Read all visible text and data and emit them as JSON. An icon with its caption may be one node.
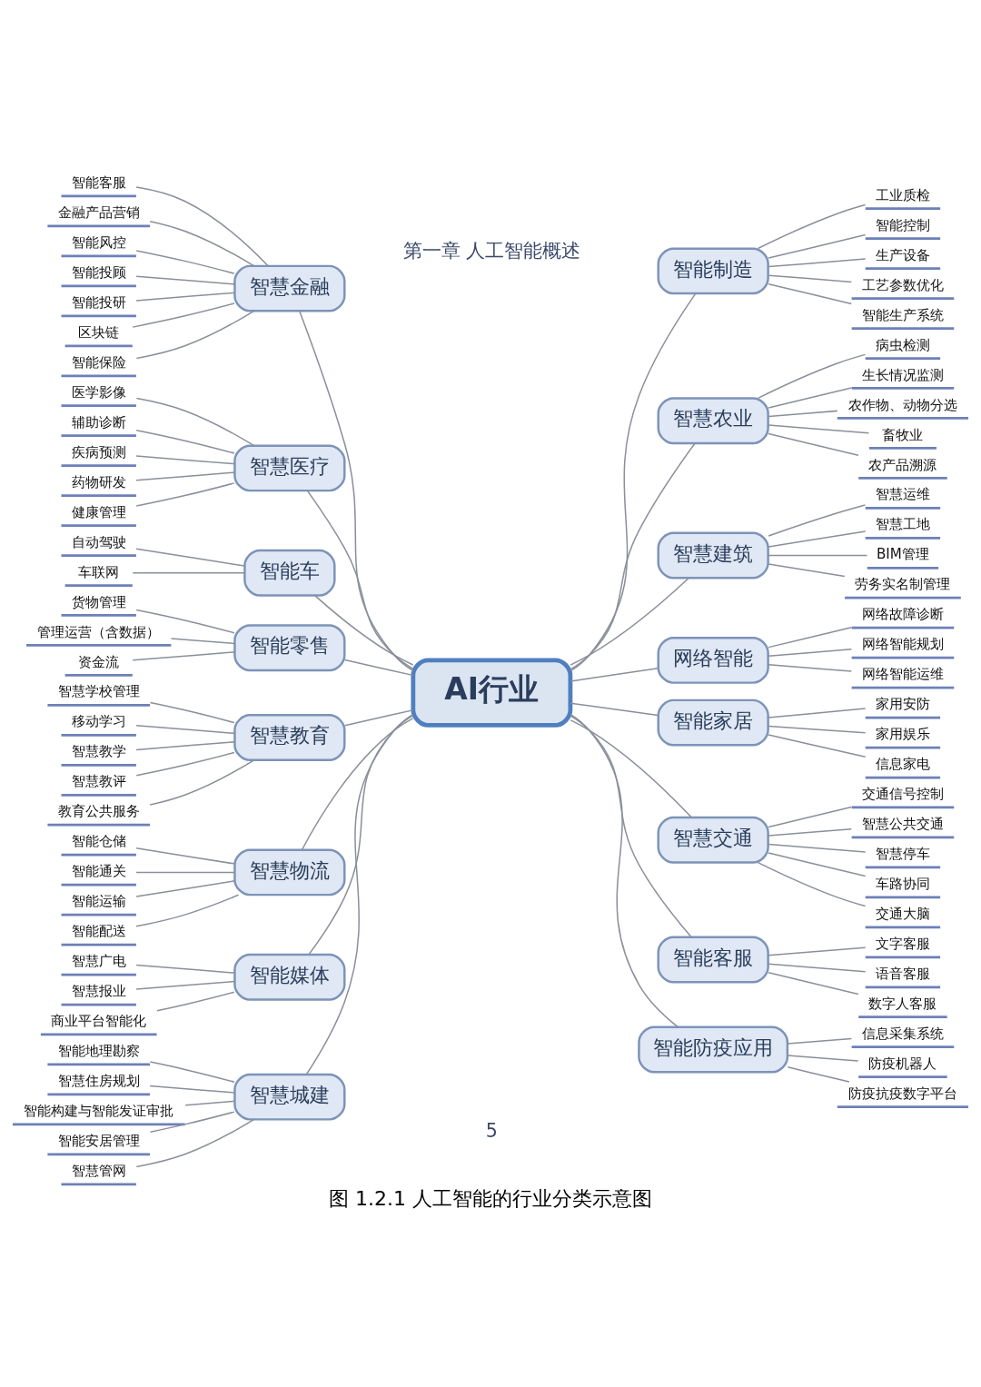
{
  "diagram": {
    "caption": "图 1.2.1 人工智能的行业分类示意图",
    "nodes": [
      {
        "text": [
          "AI行业"
        ]
      },
      {
        "text": [
          "智慧金融"
        ]
      },
      {
        "text": [
          "智能客服"
        ]
      },
      {
        "text": [
          "金融产品营销"
        ]
      },
      {
        "text": [
          "智能风控"
        ]
      },
      {
        "text": [
          "智能投顾"
        ]
      },
      {
        "text": [
          "智能投研"
        ]
      },
      {
        "text": [
          "区块链"
        ]
      },
      {
        "text": [
          "智能保险"
        ]
      },
      {
        "text": [
          "智慧医疗"
        ]
      },
      {
        "text": [
          "医学影像"
        ]
      },
      {
        "text": [
          "辅助诊断"
        ]
      },
      {
        "text": [
          "疾病预测"
        ]
      },
      {
        "text": [
          "药物研发"
        ]
      },
      {
        "text": [
          "健康管理"
        ]
      },
      {
        "text": [
          "智能车"
        ]
      },
      {
        "text": [
          "自动驾驶"
        ]
      },
      {
        "text": [
          "车联网"
        ]
      },
      {
        "text": [
          "智能零售"
        ]
      },
      {
        "text": [
          "货物管理"
        ]
      },
      {
        "text": [
          "管理运营（含数据）"
        ]
      },
      {
        "text": [
          "资金流"
        ]
      },
      {
        "text": [
          "智慧教育"
        ]
      },
      {
        "text": [
          "智慧学校管理"
        ]
      },
      {
        "text": [
          "移动学习"
        ]
      },
      {
        "text": [
          "智慧教学"
        ]
      },
      {
        "text": [
          "智慧教评"
        ]
      },
      {
        "text": [
          "教育公共服务"
        ]
      },
      {
        "text": [
          "智慧物流"
        ]
      },
      {
        "text": [
          "智能仓储"
        ]
      },
      {
        "text": [
          "智能通关"
        ]
      },
      {
        "text": [
          "智能运输"
        ]
      },
      {
        "text": [
          "智能配送"
        ]
      },
      {
        "text": [
          "智能媒体"
        ]
      },
      {
        "text": [
          "智慧广电"
        ]
      },
      {
        "text": [
          "智慧报业"
        ]
      },
      {
        "text": [
          "商业平台智能化"
        ]
      },
      {
        "text": [
          "智慧城建"
        ]
      },
      {
        "text": [
          "智能地理勘察"
        ]
      },
      {
        "text": [
          "智慧住房规划"
        ]
      },
      {
        "text": [
          "智能构建与智能发证审批"
        ]
      },
      {
        "text": [
          "智能安居管理"
        ]
      },
      {
        "text": [
          "智慧管网"
        ]
      },
      {
        "text": [
          "智能制造"
        ]
      },
      {
        "text": [
          "工业质检"
        ]
      },
      {
        "text": [
          "智能控制"
        ]
      },
      {
        "text": [
          "生产设备"
        ]
      },
      {
        "text": [
          "工艺参数优化"
        ]
      },
      {
        "text": [
          "智能生产系统"
        ]
      },
      {
        "text": [
          "智慧农业"
        ]
      },
      {
        "text": [
          "病虫检测"
        ]
      },
      {
        "text": [
          "生长情况监测"
        ]
      },
      {
        "text": [
          "农作物、动物分选"
        ]
      },
      {
        "text": [
          "畜牧业"
        ]
      },
      {
        "text": [
          "农产品溯源"
        ]
      },
      {
        "text": [
          "智慧建筑"
        ]
      },
      {
        "text": [
          "智慧运维"
        ]
      },
      {
        "text": [
          "智慧工地"
        ]
      },
      {
        "text": [
          "BIM管理"
        ]
      },
      {
        "text": [
          "劳务实名制管理"
        ]
      },
      {
        "text": [
          "网络智能"
        ]
      },
      {
        "text": [
          "网络故障诊断"
        ]
      },
      {
        "text": [
          "网络智能规划"
        ]
      },
      {
        "text": [
          "网络智能运维"
        ]
      },
      {
        "text": [
          "智能家居"
        ]
      },
      {
        "text": [
          "家用安防"
        ]
      },
      {
        "text": [
          "家用娱乐"
        ]
      },
      {
        "text": [
          "信息家电"
        ]
      },
      {
        "text": [
          "智慧交通"
        ]
      },
      {
        "text": [
          "交通信号控制"
        ]
      },
      {
        "text": [
          "智慧公共交通"
        ]
      },
      {
        "text": [
          "智慧停车"
        ]
      },
      {
        "text": [
          "车路协同"
        ]
      },
      {
        "text": [
          "交通大脑"
        ]
      },
      {
        "text": [
          "智能客服"
        ]
      },
      {
        "text": [
          "文字客服"
        ]
      },
      {
        "text": [
          "语音客服"
        ]
      },
      {
        "text": [
          "数字人客服"
        ]
      },
      {
        "text": [
          "智能防疫应用"
        ]
      },
      {
        "text": [
          "信息采集系统"
        ]
      },
      {
        "text": [
          "防疫机器人"
        ]
      },
      {
        "text": [
          "防疫抗疫数字平台"
        ]
      }
    ],
    "edges": [
      {
        "from": 1,
        "to": 0,
        "arrow": "none"
      },
      {
        "from": 2,
        "to": 1,
        "arrow": "none"
      },
      {
        "from": 3,
        "to": 1,
        "arrow": "none"
      },
      {
        "from": 4,
        "to": 1,
        "arrow": "none"
      },
      {
        "from": 5,
        "to": 1,
        "arrow": "none"
      },
      {
        "from": 6,
        "to": 1,
        "arrow": "none"
      },
      {
        "from": 7,
        "to": 1,
        "arrow": "none"
      },
      {
        "from": 8,
        "to": 1,
        "arrow": "none"
      },
      {
        "from": 9,
        "to": 0,
        "arrow": "none"
      },
      {
        "from": 10,
        "to": 9,
        "arrow": "none"
      },
      {
        "from": 11,
        "to": 9,
        "arrow": "none"
      },
      {
        "from": 12,
        "to": 9,
        "arrow": "none"
      },
      {
        "from": 13,
        "to": 9,
        "arrow": "none"
      },
      {
        "from": 14,
        "to": 9,
        "arrow": "none"
      },
      {
        "from": 15,
        "to": 0,
        "arrow": "none"
      },
      {
        "from": 16,
        "to": 15,
        "arrow": "none"
      },
      {
        "from": 17,
        "to": 15,
        "arrow": "none"
      },
      {
        "from": 18,
        "to": 0,
        "arrow": "none"
      },
      {
        "from": 19,
        "to": 18,
        "arrow": "none"
      },
      {
        "from": 20,
        "to": 18,
        "arrow": "none"
      },
      {
        "from": 21,
        "to": 18,
        "arrow": "none"
      },
      {
        "from": 22,
        "to": 0,
        "arrow": "none"
      },
      {
        "from": 23,
        "to": 22,
        "arrow": "none"
      },
      {
        "from": 24,
        "to": 22,
        "arrow": "none"
      },
      {
        "from": 25,
        "to": 22,
        "arrow": "none"
      },
      {
        "from": 26,
        "to": 22,
        "arrow": "none"
      },
      {
        "from": 27,
        "to": 22,
        "arrow": "none"
      },
      {
        "from": 28,
        "to": 0,
        "arrow": "none"
      },
      {
        "from": 29,
        "to": 28,
        "arrow": "none"
      },
      {
        "from": 30,
        "to": 28,
        "arrow": "none"
      },
      {
        "from": 31,
        "to": 28,
        "arrow": "none"
      },
      {
        "from": 32,
        "to": 28,
        "arrow": "none"
      },
      {
        "from": 33,
        "to": 0,
        "arrow": "none"
      },
      {
        "from": 34,
        "to": 33,
        "arrow": "none"
      },
      {
        "from": 35,
        "to": 33,
        "arrow": "none"
      },
      {
        "from": 36,
        "to": 33,
        "arrow": "none"
      },
      {
        "from": 37,
        "to": 0,
        "arrow": "none"
      },
      {
        "from": 38,
        "to": 37,
        "arrow": "none"
      },
      {
        "from": 39,
        "to": 37,
        "arrow": "none"
      },
      {
        "from": 40,
        "to": 37,
        "arrow": "none"
      },
      {
        "from": 41,
        "to": 37,
        "arrow": "none"
      },
      {
        "from": 42,
        "to": 37,
        "arrow": "none"
      },
      {
        "from": 0,
        "to": 43,
        "arrow": "none"
      },
      {
        "from": 43,
        "to": 44,
        "arrow": "none"
      },
      {
        "from": 43,
        "to": 45,
        "arrow": "none"
      },
      {
        "from": 43,
        "to": 46,
        "arrow": "none"
      },
      {
        "from": 43,
        "to": 47,
        "arrow": "none"
      },
      {
        "from": 43,
        "to": 48,
        "arrow": "none"
      },
      {
        "from": 0,
        "to": 49,
        "arrow": "none"
      },
      {
        "from": 49,
        "to": 50,
        "arrow": "none"
      },
      {
        "from": 49,
        "to": 51,
        "arrow": "none"
      },
      {
        "from": 49,
        "to": 52,
        "arrow": "none"
      },
      {
        "from": 49,
        "to": 53,
        "arrow": "none"
      },
      {
        "from": 49,
        "to": 54,
        "arrow": "none"
      },
      {
        "from": 0,
        "to": 55,
        "arrow": "none"
      },
      {
        "from": 55,
        "to": 56,
        "arrow": "none"
      },
      {
        "from": 55,
        "to": 57,
        "arrow": "none"
      },
      {
        "from": 55,
        "to": 58,
        "arrow": "none"
      },
      {
        "from": 55,
        "to": 59,
        "arrow": "none"
      },
      {
        "from": 0,
        "to": 60,
        "arrow": "none"
      },
      {
        "from": 60,
        "to": 61,
        "arrow": "none"
      },
      {
        "from": 60,
        "to": 62,
        "arrow": "none"
      },
      {
        "from": 60,
        "to": 63,
        "arrow": "none"
      },
      {
        "from": 0,
        "to": 64,
        "arrow": "none"
      },
      {
        "from": 64,
        "to": 65,
        "arrow": "none"
      },
      {
        "from": 64,
        "to": 66,
        "arrow": "none"
      },
      {
        "from": 64,
        "to": 67,
        "arrow": "none"
      },
      {
        "from": 0,
        "to": 68,
        "arrow": "none"
      },
      {
        "from": 68,
        "to": 69,
        "arrow": "none"
      },
      {
        "from": 68,
        "to": 70,
        "arrow": "none"
      },
      {
        "from": 68,
        "to": 71,
        "arrow": "none"
      },
      {
        "from": 68,
        "to": 72,
        "arrow": "none"
      },
      {
        "from": 68,
        "to": 73,
        "arrow": "none"
      },
      {
        "from": 0,
        "to": 74,
        "arrow": "none"
      },
      {
        "from": 74,
        "to": 75,
        "arrow": "none"
      },
      {
        "from": 74,
        "to": 76,
        "arrow": "none"
      },
      {
        "from": 74,
        "to": 77,
        "arrow": "none"
      },
      {
        "from": 0,
        "to": 78,
        "arrow": "none"
      },
      {
        "from": 78,
        "to": 79,
        "arrow": "none"
      },
      {
        "from": 78,
        "to": 80,
        "arrow": "none"
      },
      {
        "from": 78,
        "to": 81,
        "arrow": "none"
      }
    ],
    "labels": [
      "第一章 人工智能概述",
      "5"
    ]
  }
}
